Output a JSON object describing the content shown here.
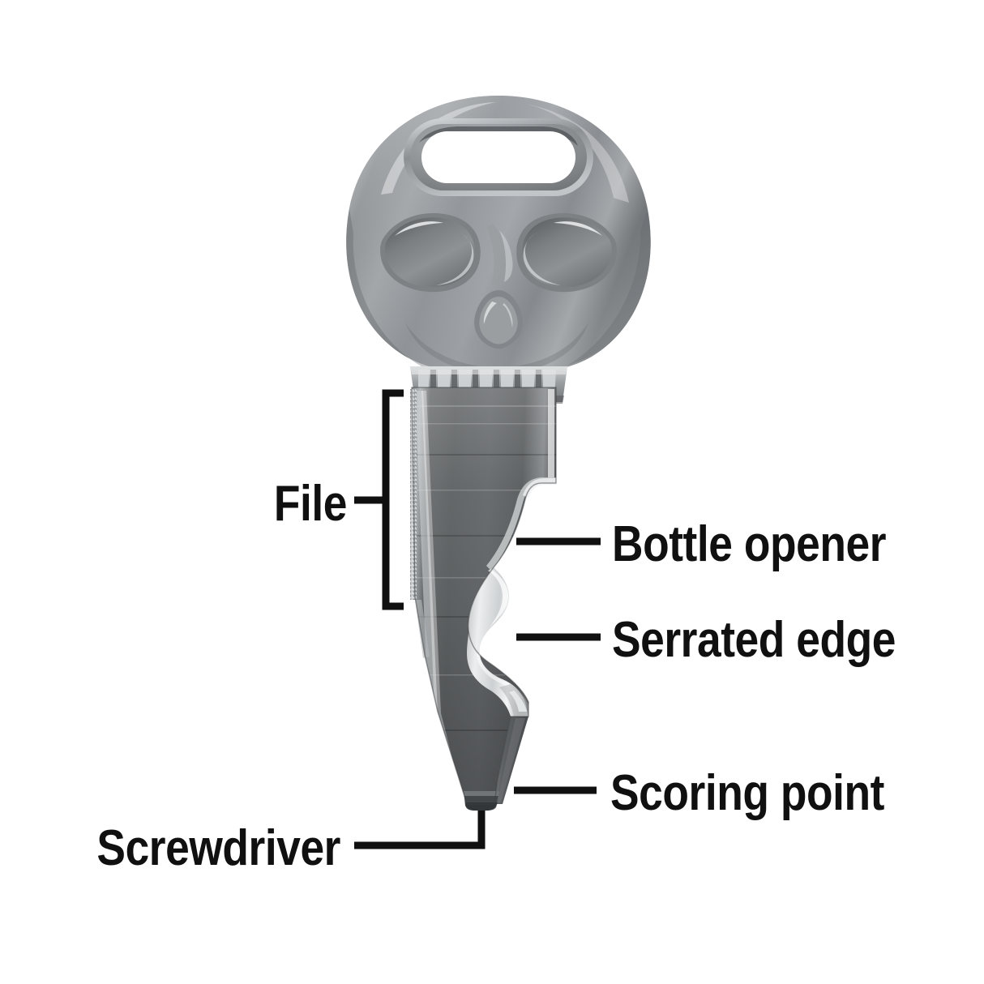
{
  "diagram": {
    "title": "Skull key multi-tool annotated diagram",
    "background_color": "#ffffff",
    "label_color": "#101010",
    "leader_color": "#101010",
    "product": {
      "name": "skull-shaped key multi-tool",
      "material_colors": {
        "metal_dark": "#5b5d5f",
        "metal_mid": "#8e9194",
        "metal_light": "#c9ccce",
        "metal_highlight": "#f2f3f4",
        "metal_shadow": "#3f4143"
      },
      "features": [
        "keyring hole",
        "skull eye sockets",
        "skull nose",
        "skull teeth",
        "file edge",
        "bottle opener notch",
        "serrated edge",
        "scoring point",
        "screwdriver tip"
      ]
    },
    "callouts": [
      {
        "id": "file",
        "label": "File",
        "side": "left",
        "connector": "bracket"
      },
      {
        "id": "bottle-opener",
        "label": "Bottle opener",
        "side": "right",
        "connector": "line"
      },
      {
        "id": "serrated-edge",
        "label": "Serrated edge",
        "side": "right",
        "connector": "line"
      },
      {
        "id": "scoring-point",
        "label": "Scoring point",
        "side": "right",
        "connector": "line"
      },
      {
        "id": "screwdriver",
        "label": "Screwdriver",
        "side": "left",
        "connector": "elbow"
      }
    ]
  }
}
